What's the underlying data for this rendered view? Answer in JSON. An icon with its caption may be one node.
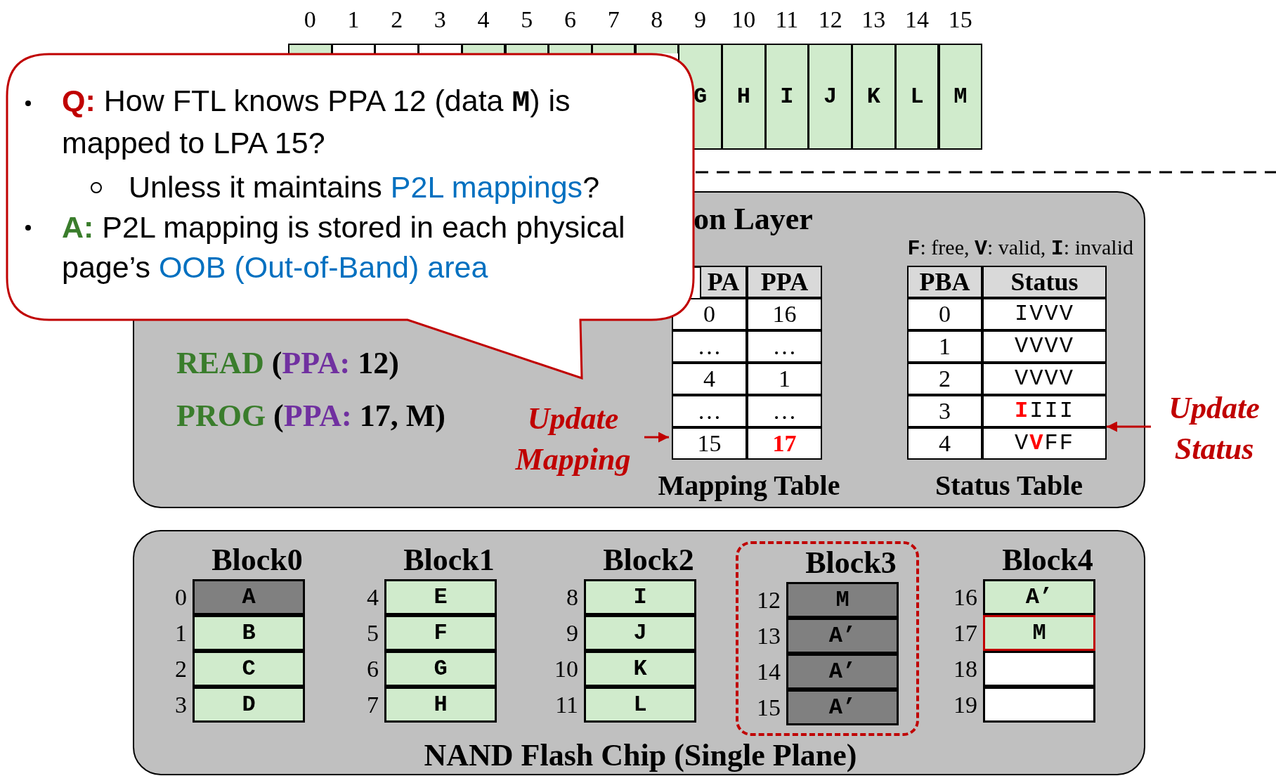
{
  "diagram": {
    "nodes": [
      {
        "text": [
          "**Q:** How FTL knows PPA 12 (data **M**) is mapped to LPA 15?",
          "Unless it maintains *P2L mappings*?",
          "**A:** P2L mapping is stored in each physical page’s *OOB (Out-of-Band) area*"
        ]
      },
      {
        "text": [],
        "shape": "box",
        "beside": [
          "0"
        ]
      },
      {
        "text": [],
        "shape": "box",
        "beside": [
          "1"
        ]
      },
      {
        "text": [],
        "shape": "box",
        "beside": [
          "2"
        ]
      },
      {
        "text": [],
        "shape": "box",
        "beside": [
          "3"
        ]
      },
      {
        "text": [],
        "shape": "box",
        "beside": [
          "4"
        ]
      },
      {
        "text": [],
        "shape": "box",
        "beside": [
          "5"
        ]
      },
      {
        "text": [],
        "shape": "box",
        "beside": [
          "6"
        ]
      },
      {
        "text": [],
        "shape": "box",
        "beside": [
          "7"
        ]
      },
      {
        "text": [],
        "shape": "box",
        "beside": [
          "8"
        ]
      },
      {
        "text": [
          "G"
        ],
        "beside": [
          "9"
        ]
      },
      {
        "text": [
          "H"
        ],
        "beside": [
          "10"
        ]
      },
      {
        "text": [
          "I"
        ],
        "beside": [
          "11"
        ]
      },
      {
        "text": [
          "J"
        ],
        "beside": [
          "12"
        ]
      },
      {
        "text": [
          "K"
        ],
        "beside": [
          "13"
        ]
      },
      {
        "text": [
          "L"
        ],
        "beside": [
          "14"
        ]
      },
      {
        "text": [
          "M"
        ],
        "beside": [
          "15"
        ]
      },
      {
        "text": [
          "on Layer"
        ]
      },
      {
        "text": [
          "Mapping Table"
        ],
        "in": 17
      },
      {
        "text": [
          "Status Table"
        ],
        "in": 17,
        "beside": [
          "**F**: free, **V**: valid, **I**: invalid"
        ]
      },
      {
        "text": [
          "Update Mapping"
        ],
        "in": 17
      },
      {
        "text": [
          "Update Status"
        ]
      },
      {
        "text": [
          "NAND Flash Chip (Single Plane)"
        ]
      },
      {
        "text": [
          "Block0"
        ],
        "in": 22
      },
      {
        "text": [
          "A"
        ],
        "in": 23,
        "beside": [
          "0"
        ]
      },
      {
        "text": [
          "B"
        ],
        "in": 23,
        "beside": [
          "1"
        ]
      },
      {
        "text": [
          "C"
        ],
        "in": 23,
        "beside": [
          "2"
        ]
      },
      {
        "text": [
          "D"
        ],
        "in": 23,
        "beside": [
          "3"
        ]
      },
      {
        "text": [
          "Block1"
        ],
        "in": 22
      },
      {
        "text": [
          "E"
        ],
        "in": 28,
        "beside": [
          "4"
        ]
      },
      {
        "text": [
          "F"
        ],
        "in": 28,
        "beside": [
          "5"
        ]
      },
      {
        "text": [
          "G"
        ],
        "in": 28,
        "beside": [
          "6"
        ]
      },
      {
        "text": [
          "H"
        ],
        "in": 28,
        "beside": [
          "7"
        ]
      },
      {
        "text": [
          "Block2"
        ],
        "in": 22
      },
      {
        "text": [
          "I"
        ],
        "in": 33,
        "beside": [
          "8"
        ]
      },
      {
        "text": [
          "J"
        ],
        "in": 33,
        "beside": [
          "9"
        ]
      },
      {
        "text": [
          "K"
        ],
        "in": 33,
        "beside": [
          "10"
        ]
      },
      {
        "text": [
          "L"
        ],
        "in": 33,
        "beside": [
          "11"
        ]
      },
      {
        "text": [
          "Block3"
        ],
        "in": 22
      },
      {
        "text": [
          "M"
        ],
        "in": 38,
        "beside": [
          "12"
        ]
      },
      {
        "text": [
          "A’"
        ],
        "in": 38,
        "beside": [
          "13"
        ]
      },
      {
        "text": [
          "A’"
        ],
        "in": 38,
        "beside": [
          "14"
        ]
      },
      {
        "text": [
          "A’"
        ],
        "in": 38,
        "beside": [
          "15"
        ]
      },
      {
        "text": [
          "Block4"
        ],
        "in": 22
      },
      {
        "text": [
          "A’"
        ],
        "in": 43,
        "beside": [
          "16"
        ]
      },
      {
        "text": [
          "M"
        ],
        "in": 43,
        "beside": [
          "17"
        ]
      },
      {
        "text": [],
        "shape": "box",
        "in": 43,
        "beside": [
          "18"
        ]
      },
      {
        "text": [],
        "shape": "box",
        "in": 43,
        "beside": [
          "19"
        ]
      }
    ],
    "edges": [
      {
        "from": 20,
        "to": 18,
        "arrow": "to"
      },
      {
        "from": 21,
        "to": 19,
        "arrow": "to"
      }
    ],
    "labels": [
      "PA",
      "PPA",
      "0",
      "16",
      "…",
      "…",
      "4",
      "1",
      "…",
      "…",
      "15",
      "17",
      "PBA",
      "Status",
      "0",
      "IVVV",
      "1",
      "VVVV",
      "2",
      "VVVV",
      "3",
      "**I**III",
      "4",
      "V**V**FF",
      "*READ* (**PPA:** 12)",
      "*PROG* (**PPA:** 17, M)"
    ]
  }
}
